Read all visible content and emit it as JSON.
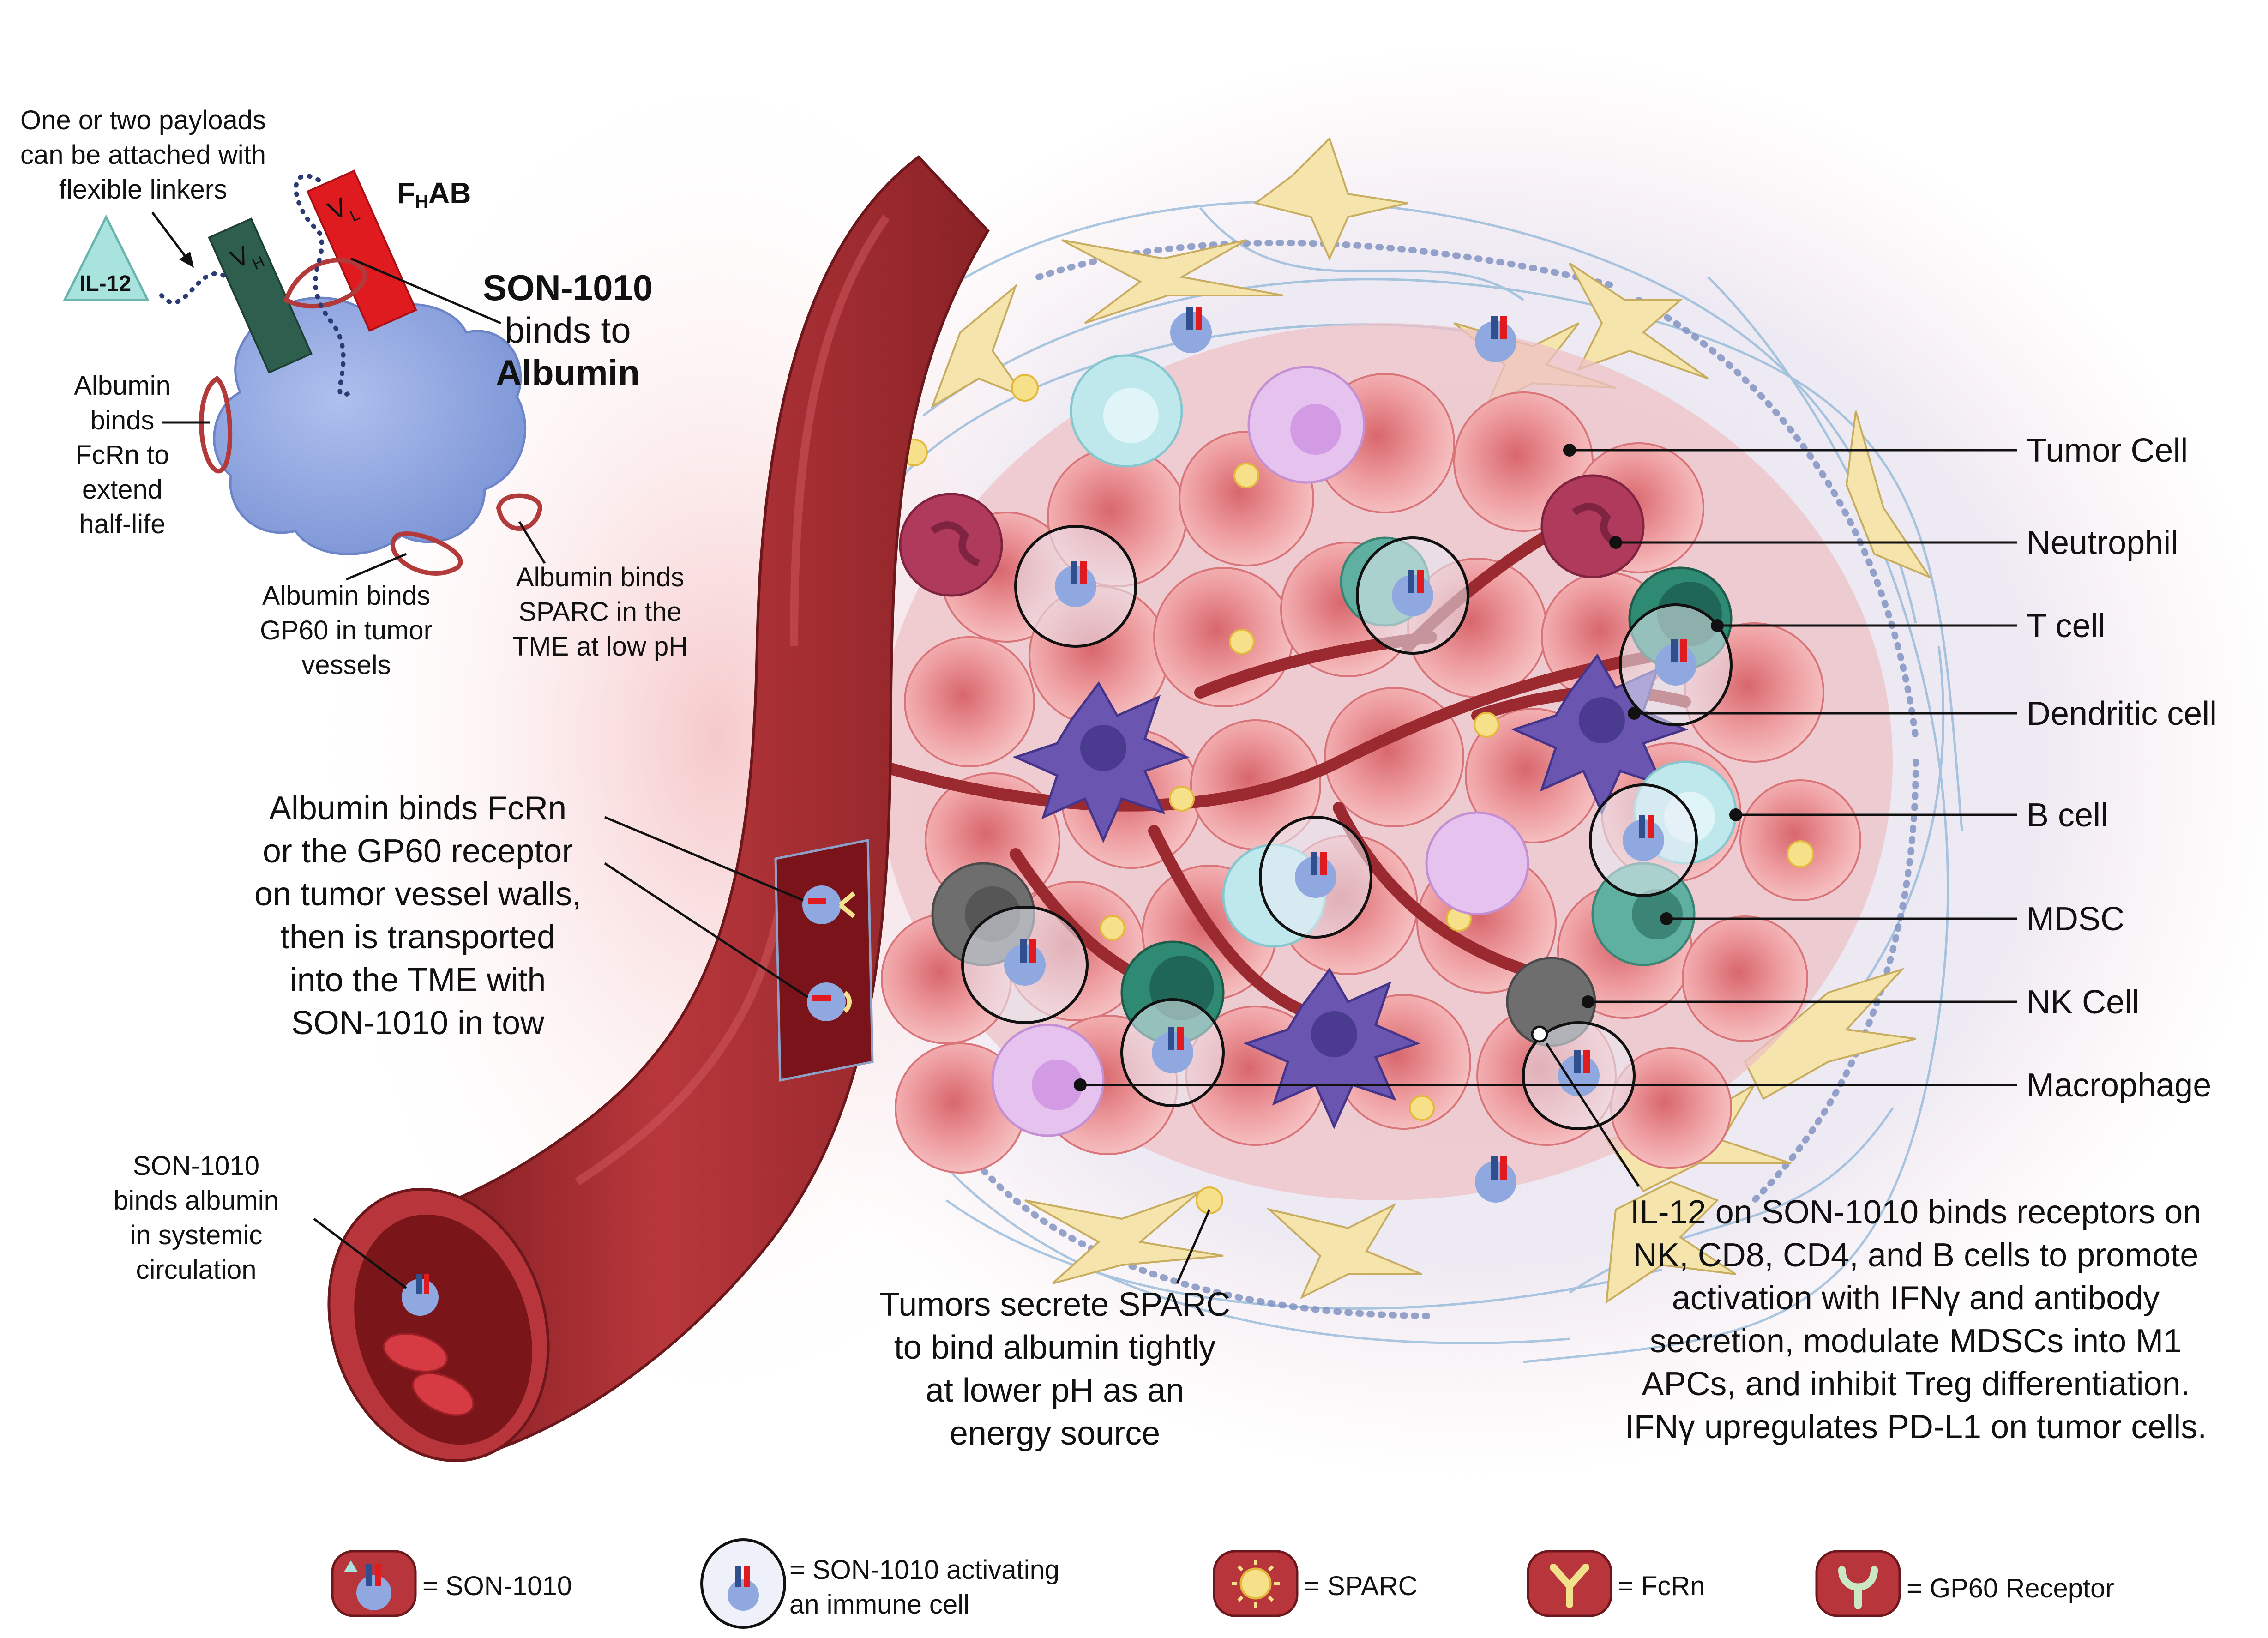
{
  "molecule": {
    "payload_note": [
      "One or two payloads",
      "can be attached with",
      "flexible linkers"
    ],
    "il12": "IL-12",
    "vh": "V",
    "vh_sub": "H",
    "vl": "V",
    "vl_sub": "L",
    "fhab_main": "F",
    "fhab_sub": "H",
    "fhab_tail": "AB",
    "son_title": "SON-1010",
    "son_binds": "binds to",
    "son_albumin": "Albumin",
    "fcrn_note": [
      "Albumin",
      "binds",
      "FcRn to",
      "extend",
      "half-life"
    ],
    "gp60_note": [
      "Albumin binds",
      "GP60 in tumor",
      "vessels"
    ],
    "sparc_note": [
      "Albumin binds",
      "SPARC in the",
      "TME at low pH"
    ]
  },
  "vessel": {
    "transport_note": [
      "Albumin binds FcRn",
      "or the GP60 receptor",
      "on tumor vessel walls,",
      "then is transported",
      "into the TME with",
      "SON-1010 in tow"
    ],
    "systemic_note": [
      "SON-1010",
      "binds albumin",
      "in systemic",
      "circulation"
    ]
  },
  "tme": {
    "sparc_note": [
      "Tumors secrete SPARC",
      "to bind albumin tightly",
      "at lower pH as an",
      "energy source"
    ],
    "il12_note": [
      "IL-12 on SON-1010 binds receptors on",
      "NK, CD8, CD4, and B cells to promote",
      "activation with IFNγ and antibody",
      "secretion, modulate MDSCs into M1",
      "APCs, and inhibit Treg differentiation.",
      "IFNγ upregulates PD-L1 on tumor cells."
    ]
  },
  "cell_labels": [
    "Tumor Cell",
    "Neutrophil",
    "T cell",
    "Dendritic cell",
    "B cell",
    "MDSC",
    "NK Cell",
    "Macrophage"
  ],
  "legend": [
    {
      "icon": "son1010-icon",
      "label": [
        "= SON-1010"
      ]
    },
    {
      "icon": "son1010-activating-icon",
      "label": [
        "= SON-1010 activating",
        "an immune cell"
      ]
    },
    {
      "icon": "sparc-icon",
      "label": [
        "= SPARC"
      ]
    },
    {
      "icon": "fcrn-icon",
      "label": [
        "= FcRn"
      ]
    },
    {
      "icon": "gp60-receptor-icon",
      "label": [
        "= GP60 Receptor"
      ]
    }
  ],
  "colors": {
    "vessel": "#a32a2f",
    "vessel_dark": "#7d1b1f",
    "albumin": "#8fa8e0",
    "tumor_cell": "#e8898c",
    "vl_red": "#e01b1f",
    "vh_green": "#2e5e4e",
    "il12_teal": "#a9e3dd",
    "sparc_yellow": "#f7e08a",
    "dendritic": "#6a55b0",
    "neutrophil": "#b03a5b",
    "tcell": "#2f8a74",
    "bcell": "#bfe8ec",
    "mdsc": "#5fb0a0",
    "nk": "#6e6e6e",
    "macrophage": "#e6c3ee",
    "fibroblast": "#f3e2a6"
  }
}
